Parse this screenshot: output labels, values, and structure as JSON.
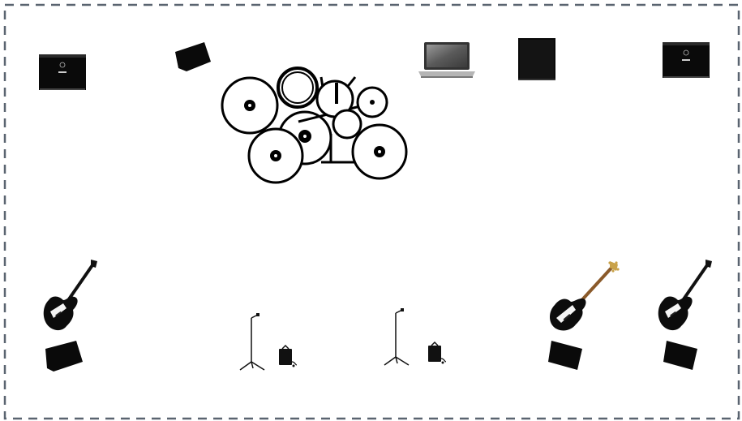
{
  "stage_plot": {
    "border_color": "#5a6470",
    "items": [
      {
        "id": "amp-left",
        "type": "guitar-amp"
      },
      {
        "id": "wedge-upstage-left",
        "type": "monitor-wedge"
      },
      {
        "id": "drum-kit",
        "type": "drum-kit"
      },
      {
        "id": "laptop",
        "type": "laptop"
      },
      {
        "id": "keyboard-amp",
        "type": "speaker-cabinet"
      },
      {
        "id": "amp-right",
        "type": "guitar-amp"
      },
      {
        "id": "electric-guitar-left",
        "type": "electric-guitar"
      },
      {
        "id": "wedge-downstage-left",
        "type": "monitor-wedge"
      },
      {
        "id": "mic-stand-1",
        "type": "mic-stand"
      },
      {
        "id": "di-box-1",
        "type": "di-box"
      },
      {
        "id": "mic-stand-2",
        "type": "mic-stand"
      },
      {
        "id": "di-box-2",
        "type": "di-box"
      },
      {
        "id": "bass-guitar",
        "type": "bass-guitar"
      },
      {
        "id": "wedge-downstage-center-right",
        "type": "monitor-wedge"
      },
      {
        "id": "electric-guitar-right",
        "type": "electric-guitar"
      },
      {
        "id": "wedge-downstage-right",
        "type": "monitor-wedge"
      }
    ]
  }
}
